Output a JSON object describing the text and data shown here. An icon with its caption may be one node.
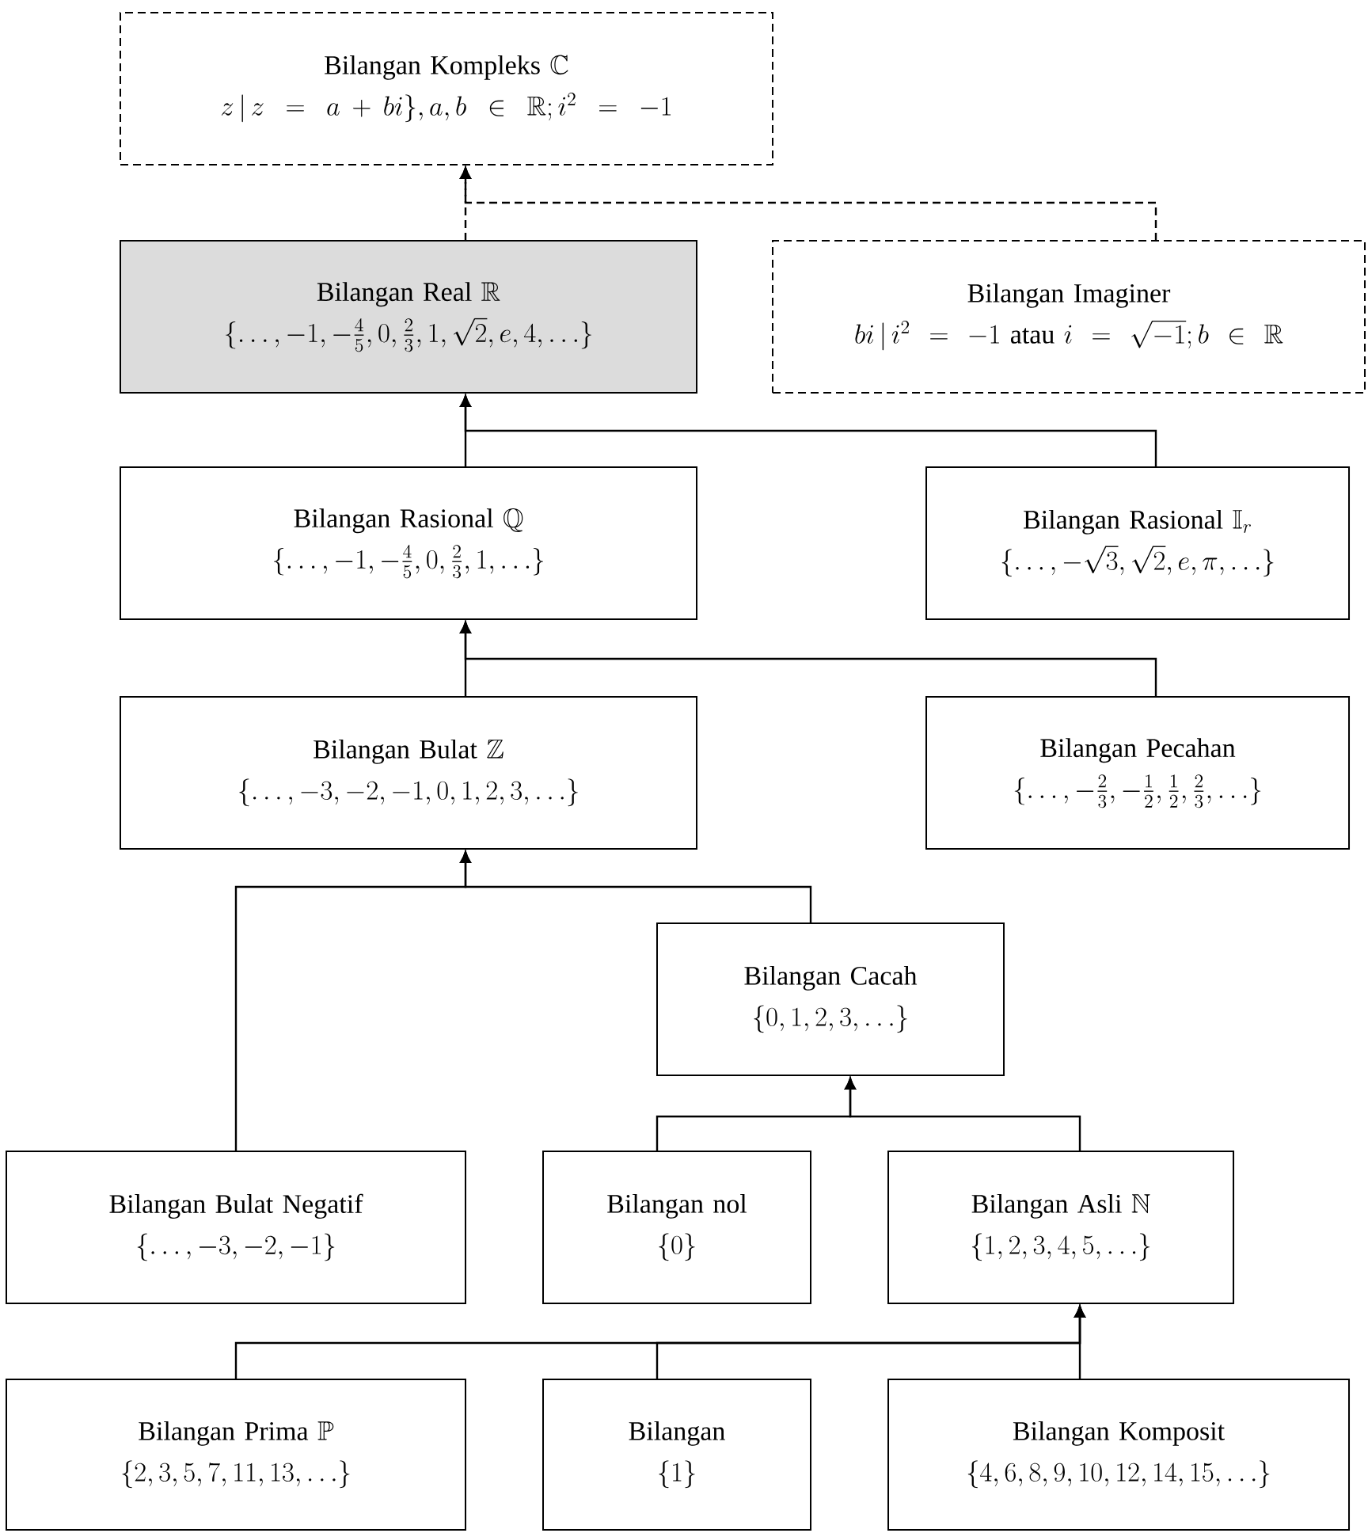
{
  "diagram": {
    "nodes": [
      {
        "text": [
          "Bilangan Kompleks",
          "\\mathbb{C}",
          "z\\,|\\,z=a+bi\\},a,b\\in\\mathbb{R};i^{2}=-1"
        ]
      },
      {
        "text": [
          "Bilangan Real",
          "\\mathbb{R}",
          "\\{\\ldots,-1,-\\tfrac{4}{5},0,\\tfrac{2}{3},1,\\sqrt{2},e,4,\\ldots\\}"
        ]
      },
      {
        "text": [
          "Bilangan Imaginer",
          "bi\\,|\\,i^{2}=-1\\text{ atau }i=\\sqrt{-1};b\\in\\mathbb{R}"
        ]
      },
      {
        "text": [
          "Bilangan Rasional",
          "\\mathbb{Q}",
          "\\{\\ldots,-1,-\\tfrac{4}{5},0,\\tfrac{2}{3},1,\\ldots\\}"
        ]
      },
      {
        "text": [
          "Bilangan Rasional",
          "\\mathbb{I}_{r}",
          "\\{\\ldots,-\\sqrt{3},\\sqrt{2},e,\\pi,\\ldots\\}"
        ]
      },
      {
        "text": [
          "Bilangan Bulat",
          "\\mathbb{Z}",
          "\\{\\ldots,-3,-2,-1,0,1,2,3,\\ldots\\}"
        ]
      },
      {
        "text": [
          "Bilangan Pecahan",
          "\\{\\ldots,-\\tfrac{2}{3},-\\tfrac{1}{2},\\tfrac{1}{2},\\tfrac{2}{3},\\ldots\\}"
        ]
      },
      {
        "text": [
          "Bilangan Cacah",
          "\\{0,1,2,3,\\ldots\\}"
        ]
      },
      {
        "text": [
          "Bilangan Bulat Negatif",
          "\\{\\ldots,-3,-2,-1\\}"
        ]
      },
      {
        "text": [
          "Bilangan nol",
          "\\{0\\}"
        ]
      },
      {
        "text": [
          "Bilangan Asli",
          "\\mathbb{N}",
          "\\{1,2,3,4,5,\\ldots\\}"
        ]
      },
      {
        "text": [
          "Bilangan Prima",
          "\\mathbb{P}",
          "\\{2,3,5,7,11,13,\\ldots\\}"
        ]
      },
      {
        "text": [
          "Bilangan",
          "\\{1\\}"
        ]
      },
      {
        "text": [
          "Bilangan Komposit",
          "\\{4,6,8,9,10,12,14,15,\\ldots\\}"
        ]
      }
    ],
    "edges": [
      {
        "from": 1,
        "to": 0,
        "arrow": "to",
        "style": "dashed"
      },
      {
        "from": 2,
        "to": 0,
        "arrow": "to",
        "style": "dashed"
      },
      {
        "from": 3,
        "to": 1,
        "arrow": "to"
      },
      {
        "from": 4,
        "to": 1,
        "arrow": "to"
      },
      {
        "from": 5,
        "to": 3,
        "arrow": "to"
      },
      {
        "from": 6,
        "to": 3,
        "arrow": "to"
      },
      {
        "from": 8,
        "to": 5,
        "arrow": "to"
      },
      {
        "from": 7,
        "to": 5,
        "arrow": "to"
      },
      {
        "from": 9,
        "to": 7,
        "arrow": "to"
      },
      {
        "from": 10,
        "to": 7,
        "arrow": "to"
      },
      {
        "from": 11,
        "to": 10,
        "arrow": "to"
      },
      {
        "from": 12,
        "to": 10,
        "arrow": "to"
      },
      {
        "from": 13,
        "to": 10,
        "arrow": "to"
      }
    ]
  }
}
